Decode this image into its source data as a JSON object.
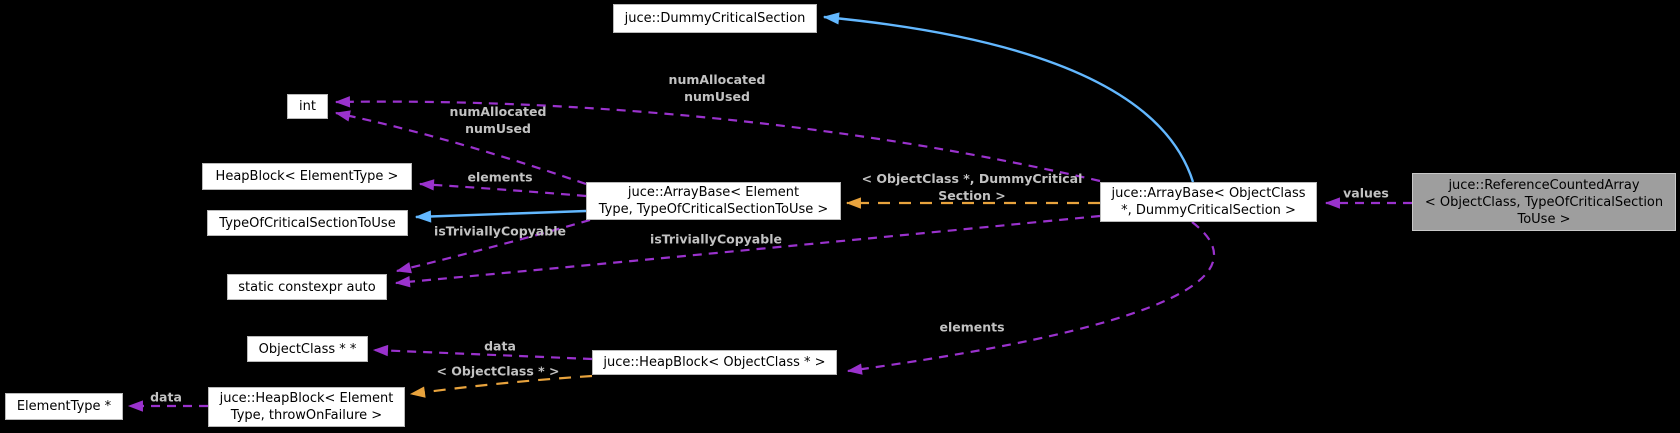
{
  "diagram": {
    "kind": "collaboration-graph",
    "colors": {
      "background": "#000000",
      "node_fill": "#ffffff",
      "node_border": "#b9b9b9",
      "node_text": "#000000",
      "focus_node_fill": "#9e9e9e",
      "edge_label_text": "#c2c2c2",
      "usage_edge": "#9a32cd",
      "template_edge": "#e8a33d",
      "inheritance_edge": "#63b8ff"
    },
    "nodes": [
      {
        "id": "dummy-critical-section",
        "label": "juce::DummyCriticalSection"
      },
      {
        "id": "int",
        "label": "int"
      },
      {
        "id": "heapblock-elementtype",
        "label": "HeapBlock< ElementType >"
      },
      {
        "id": "type-of-critical-section-to-use",
        "label": "TypeOfCriticalSectionToUse"
      },
      {
        "id": "arraybase-elementtype",
        "label": "juce::ArrayBase< Element\nType, TypeOfCriticalSectionToUse >"
      },
      {
        "id": "static-constexpr-auto",
        "label": "static constexpr auto"
      },
      {
        "id": "objectclass-ptr-ptr",
        "label": "ObjectClass * *"
      },
      {
        "id": "heapblock-objectclass-ptr",
        "label": "juce::HeapBlock< ObjectClass * >"
      },
      {
        "id": "elementtype-ptr",
        "label": "ElementType *"
      },
      {
        "id": "heapblock-elementtype-throwonfailure",
        "label": "juce::HeapBlock< Element\nType, throwOnFailure >"
      },
      {
        "id": "arraybase-objectclass-ptr",
        "label": "juce::ArrayBase< ObjectClass\n*, DummyCriticalSection >"
      },
      {
        "id": "reference-counted-array",
        "label": "juce::ReferenceCountedArray\n< ObjectClass, TypeOfCriticalSection\nToUse >"
      }
    ],
    "edge_labels": [
      {
        "text": "numAllocated\nnumUsed"
      },
      {
        "text": "numAllocated\nnumUsed"
      },
      {
        "text": "elements"
      },
      {
        "text": "isTriviallyCopyable"
      },
      {
        "text": "isTriviallyCopyable"
      },
      {
        "text": "< ObjectClass *, DummyCritical\nSection >"
      },
      {
        "text": "values"
      },
      {
        "text": "elements"
      },
      {
        "text": "data"
      },
      {
        "text": "< ObjectClass * >"
      },
      {
        "text": "data"
      }
    ],
    "edges": [
      {
        "from": "arraybase-objectclass-ptr",
        "to": "dummy-critical-section",
        "kind": "inheritance"
      },
      {
        "from": "arraybase-elementtype",
        "to": "type-of-critical-section-to-use",
        "kind": "inheritance"
      },
      {
        "from": "reference-counted-array",
        "to": "arraybase-objectclass-ptr",
        "kind": "usage",
        "label": "values"
      },
      {
        "from": "arraybase-objectclass-ptr",
        "to": "int",
        "kind": "usage",
        "label": "numAllocated\nnumUsed"
      },
      {
        "from": "arraybase-elementtype",
        "to": "int",
        "kind": "usage",
        "label": "numAllocated\nnumUsed"
      },
      {
        "from": "arraybase-elementtype",
        "to": "heapblock-elementtype",
        "kind": "usage",
        "label": "elements"
      },
      {
        "from": "arraybase-elementtype",
        "to": "static-constexpr-auto",
        "kind": "usage",
        "label": "isTriviallyCopyable"
      },
      {
        "from": "arraybase-objectclass-ptr",
        "to": "static-constexpr-auto",
        "kind": "usage",
        "label": "isTriviallyCopyable"
      },
      {
        "from": "arraybase-objectclass-ptr",
        "to": "arraybase-elementtype",
        "kind": "template-instance",
        "label": "< ObjectClass *, DummyCritical\nSection >"
      },
      {
        "from": "arraybase-objectclass-ptr",
        "to": "heapblock-objectclass-ptr",
        "kind": "usage",
        "label": "elements"
      },
      {
        "from": "heapblock-objectclass-ptr",
        "to": "objectclass-ptr-ptr",
        "kind": "usage",
        "label": "data"
      },
      {
        "from": "heapblock-objectclass-ptr",
        "to": "heapblock-elementtype-throwonfailure",
        "kind": "template-instance",
        "label": "< ObjectClass * >"
      },
      {
        "from": "heapblock-elementtype-throwonfailure",
        "to": "elementtype-ptr",
        "kind": "usage",
        "label": "data"
      }
    ]
  }
}
